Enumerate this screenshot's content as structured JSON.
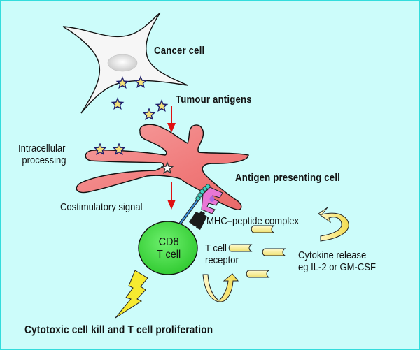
{
  "title": "Tumour immunology: antigen presentation and CD8 T cell activation",
  "labels": {
    "cancer_cell": "Cancer cell",
    "tumour_antigens": "Tumour antigens",
    "intracellular_processing": [
      "Intracellular",
      "processing"
    ],
    "antigen_presenting_cell": "Antigen presenting cell",
    "costimulatory_signal": "Costimulatory signal",
    "mhc_peptide_complex": "MHC–peptide complex",
    "t_cell": [
      "CD8",
      "T cell"
    ],
    "t_cell_receptor": [
      "T cell",
      "receptor"
    ],
    "cytokine_release": [
      "Cytokine release",
      "eg IL-2 or GM-CSF"
    ],
    "outcome": "Cytotoxic cell kill and T cell proliferation"
  },
  "colors": {
    "background": "#ccfcfa",
    "border": "#33dcdc",
    "cancer_cell_fill": "#f6f6f6",
    "apc_fill": "#f27c7c",
    "t_cell_fill": "#44dd44",
    "star_fill": "#f4e27a",
    "star_outline": "#1c1c6a",
    "arrow_red": "#e01010",
    "cytokine_fill": "#f6ee90",
    "lightning_fill": "#f6ea30",
    "mhc_pink": "#e877d6",
    "mhc_purple": "#b066e0",
    "bead_cyan": "#3ed0c0",
    "receptor_blue": "#3a90e0"
  }
}
